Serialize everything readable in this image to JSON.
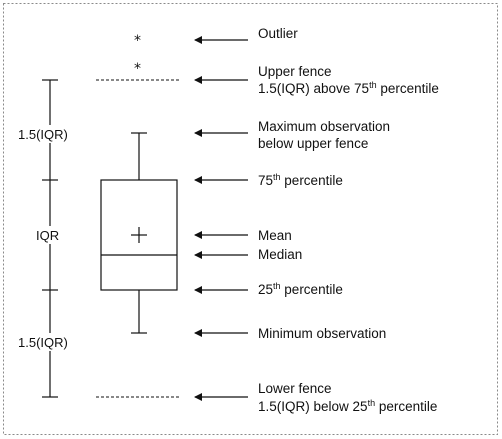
{
  "scale_labels": {
    "upper_iqr": "1.5(IQR)",
    "iqr": "IQR",
    "lower_iqr": "1.5(IQR)"
  },
  "outlier_symbol": "*",
  "mean_symbol": "+",
  "annotations": {
    "outlier": "Outlier",
    "upper_fence_1": "Upper fence",
    "upper_fence_2_pre": "1.5(IQR) above 75",
    "upper_fence_2_sup": "th",
    "upper_fence_2_post": " percentile",
    "maximum_1": "Maximum observation",
    "maximum_2": "below upper fence",
    "q3_sup": "th",
    "q3_num": "75",
    "q3_post": " percentile",
    "mean": "Mean",
    "median": "Median",
    "q1_num": "25",
    "q1_sup": "th",
    "q1_post": " percentile",
    "minimum": "Minimum  observation",
    "lower_fence_1": "Lower fence",
    "lower_fence_2_pre": "1.5(IQR) below 25",
    "lower_fence_2_sup": "th",
    "lower_fence_2_post": " percentile"
  }
}
